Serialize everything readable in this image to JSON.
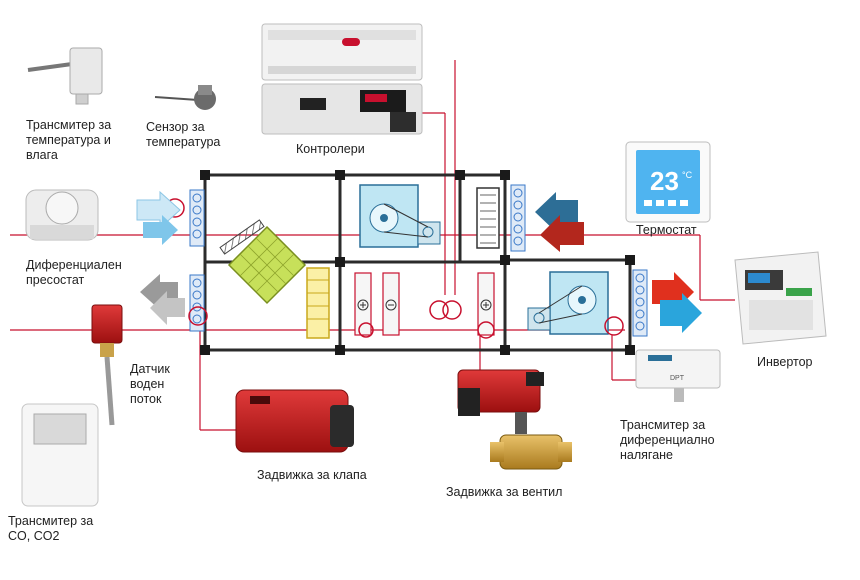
{
  "labels": {
    "temp_humidity_transmitter": "Трансмитер за\nтемпература и\nвлага",
    "temp_sensor": "Сензор за\nтемпература",
    "controllers": "Контролери",
    "thermostat": "Термостат",
    "diff_pressostat": "Диференциален\nпресостат",
    "water_flow_sensor": "Датчик\nводен\nпоток",
    "inverter": "Инвертор",
    "diff_pressure_transmitter": "Трансмитер за\nдиференциално\nналягане",
    "damper_actuator": "Задвижка за клапа",
    "valve_actuator": "Задвижка за вентил",
    "co2_transmitter": "Трансмитер за\nCO, CO2"
  },
  "thermostat_display": "23",
  "thermostat_unit": "°C",
  "dpt_label": "DPT",
  "colors": {
    "signal_line": "#c8102e",
    "frame": "#2b2b2b",
    "filter_blue": "#3a78c8",
    "arrow_light_blue": "#7fc6ea",
    "arrow_red": "#e0301e",
    "arrow_blue": "#2aa5dc",
    "arrow_gray": "#9a9a9a",
    "exchanger_green": "#c7e05a",
    "actuator_red": "#c8202a"
  }
}
